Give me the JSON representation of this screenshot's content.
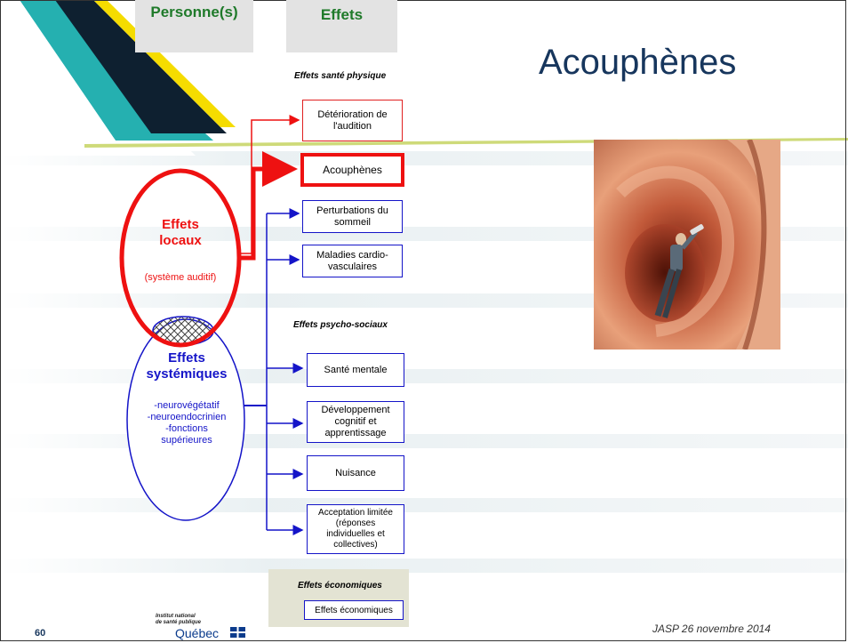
{
  "header": {
    "persons": "Personne(s)",
    "effects": "Effets"
  },
  "title": "Acouphènes",
  "sections": {
    "physical": "Effets santé physique",
    "psychosocial": "Effets psycho-sociaux",
    "economic": "Effets économiques"
  },
  "local_ellipse": {
    "title_line1": "Effets",
    "title_line2": "locaux",
    "subtitle": "(système auditif)"
  },
  "systemic_ellipse": {
    "title_line1": "Effets",
    "title_line2": "systémiques",
    "items": [
      "-neurovégétatif",
      "-neuroendocrinien",
      "-fonctions",
      "supérieures"
    ]
  },
  "boxes": {
    "deterioration": [
      "Détérioration de",
      "l'audition"
    ],
    "acouphenes": "Acouphènes",
    "sleep": [
      "Perturbations du",
      "sommeil"
    ],
    "cardio": [
      "Maladies cardio-",
      "vasculaires"
    ],
    "mental": "Santé mentale",
    "dev": [
      "Développement",
      "cognitif et",
      "apprentissage"
    ],
    "nuisance": "Nuisance",
    "acceptation": [
      "Acceptation limitée",
      "(réponses",
      "individuelles et",
      "collectives)"
    ],
    "economic": "Effets économiques"
  },
  "footer": {
    "page": "60",
    "logo_line1": "Institut national",
    "logo_line2": "de santé publique",
    "logo_word": "Québec",
    "date": "JASP 26 novembre 2014"
  },
  "colors": {
    "red": "#ee1111",
    "blue": "#1414c8",
    "title": "#17365d",
    "header_text": "#1f7a2a"
  }
}
